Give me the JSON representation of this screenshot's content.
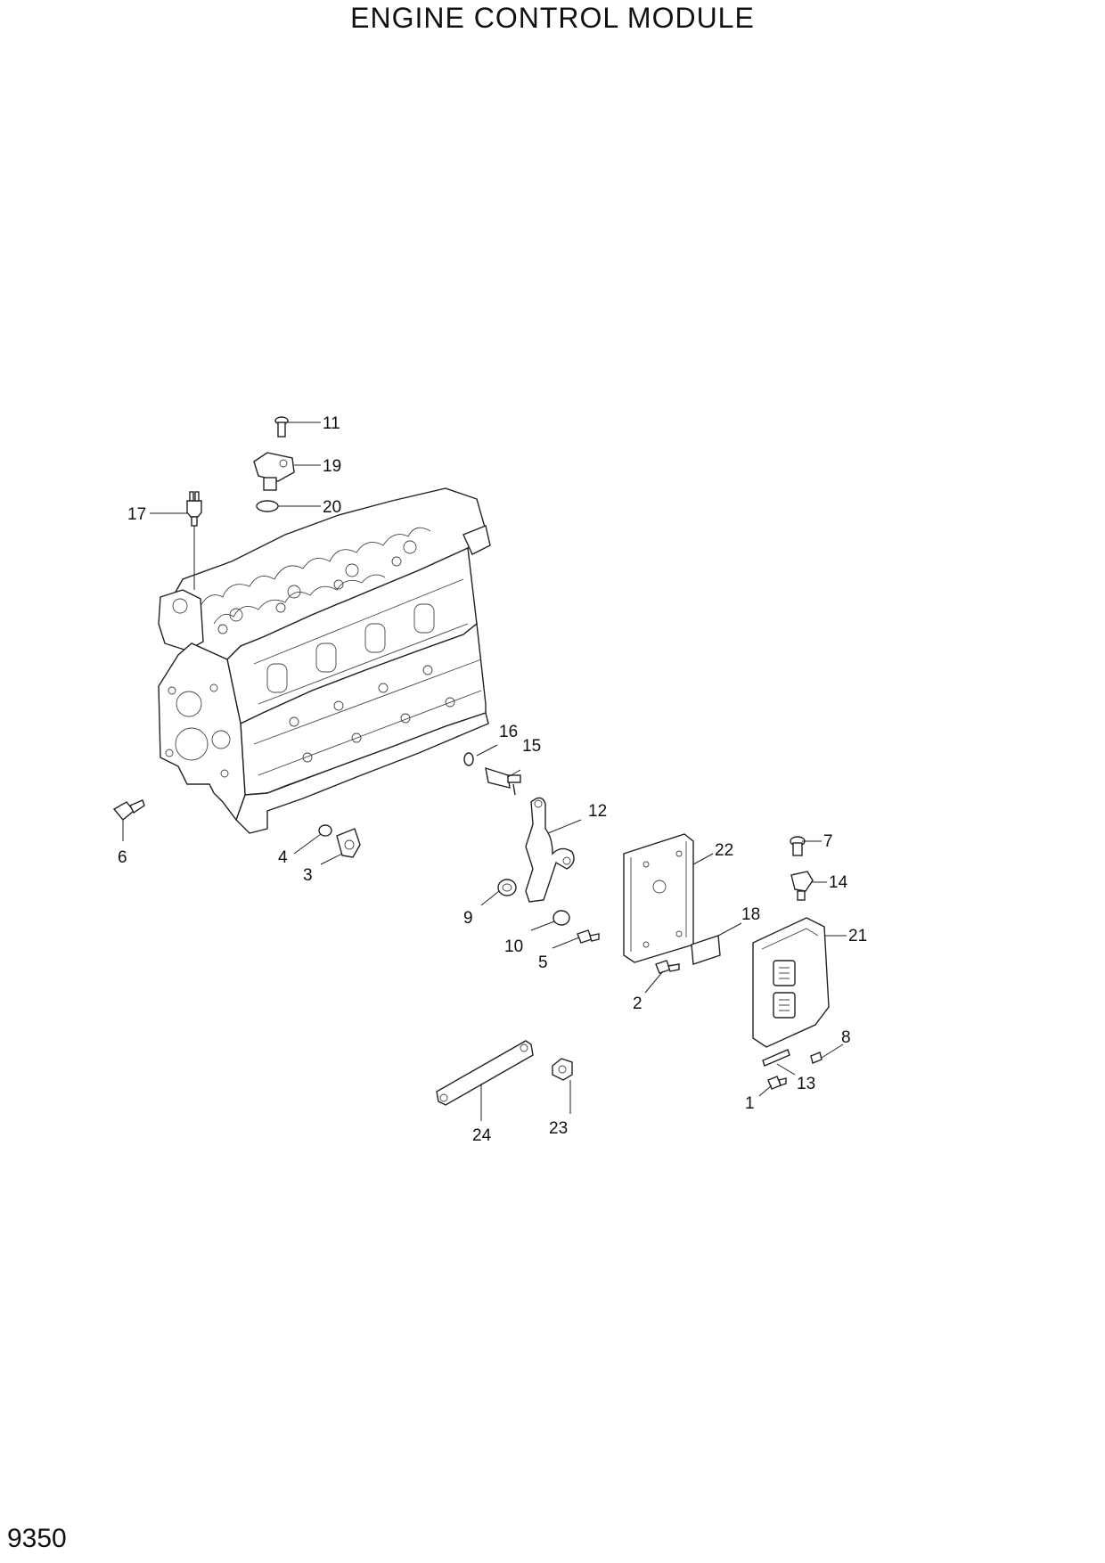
{
  "title": "ENGINE CONTROL MODULE",
  "page_number": "9350",
  "callouts": {
    "c1": "1",
    "c2": "2",
    "c3": "3",
    "c4": "4",
    "c5": "5",
    "c6": "6",
    "c7": "7",
    "c8": "8",
    "c9": "9",
    "c10": "10",
    "c11": "11",
    "c12": "12",
    "c13": "13",
    "c14": "14",
    "c15": "15",
    "c16": "16",
    "c17": "17",
    "c18": "18",
    "c19": "19",
    "c20": "20",
    "c21": "21",
    "c22": "22",
    "c23": "23",
    "c24": "24"
  }
}
